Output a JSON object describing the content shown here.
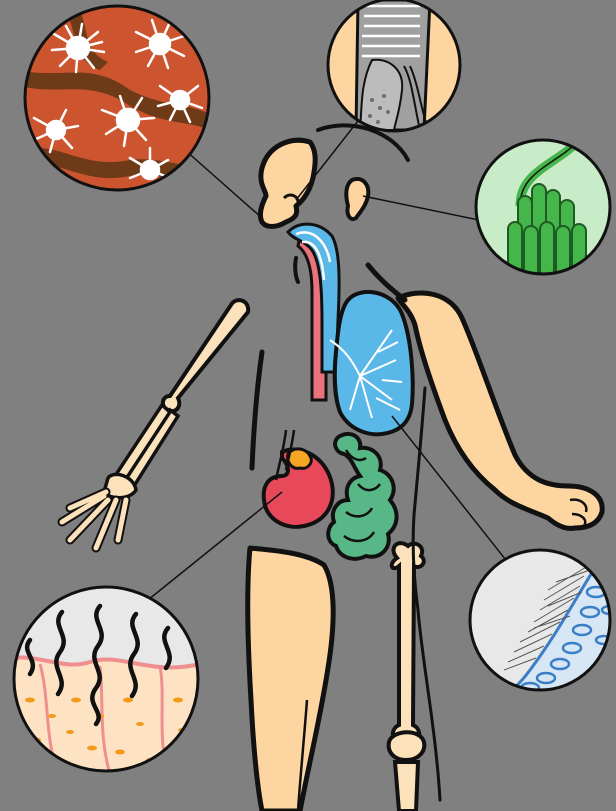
{
  "diagram": {
    "background": "#808080",
    "palette": {
      "outline": "#111111",
      "skin": "#fdd5a0",
      "bone": "#fce2bb",
      "lung": "#5ab8e8",
      "trachea": "#e9727c",
      "kidney": "#e8495a",
      "adrenal": "#f5a623",
      "intestine": "#58b787",
      "bacteria_red": "#cc5530",
      "bacteria_white": "#ffffff",
      "nasal_grey": "#a0a0a0",
      "hair_cell_green": "#45b64a",
      "cilia_blue": "#3a7ec6",
      "gut_orange": "#f29a1b",
      "gut_pink": "#ef8f8f"
    },
    "parts": [
      "head",
      "ear",
      "airway",
      "lung",
      "arm-skeleton",
      "arm-flesh",
      "kidney",
      "intestine",
      "leg-flesh",
      "leg-skeleton"
    ],
    "magnifiers": [
      "skin-bacteria",
      "nasal-passage",
      "ear-hair-cells",
      "gut-lining",
      "lung-cilia"
    ]
  }
}
